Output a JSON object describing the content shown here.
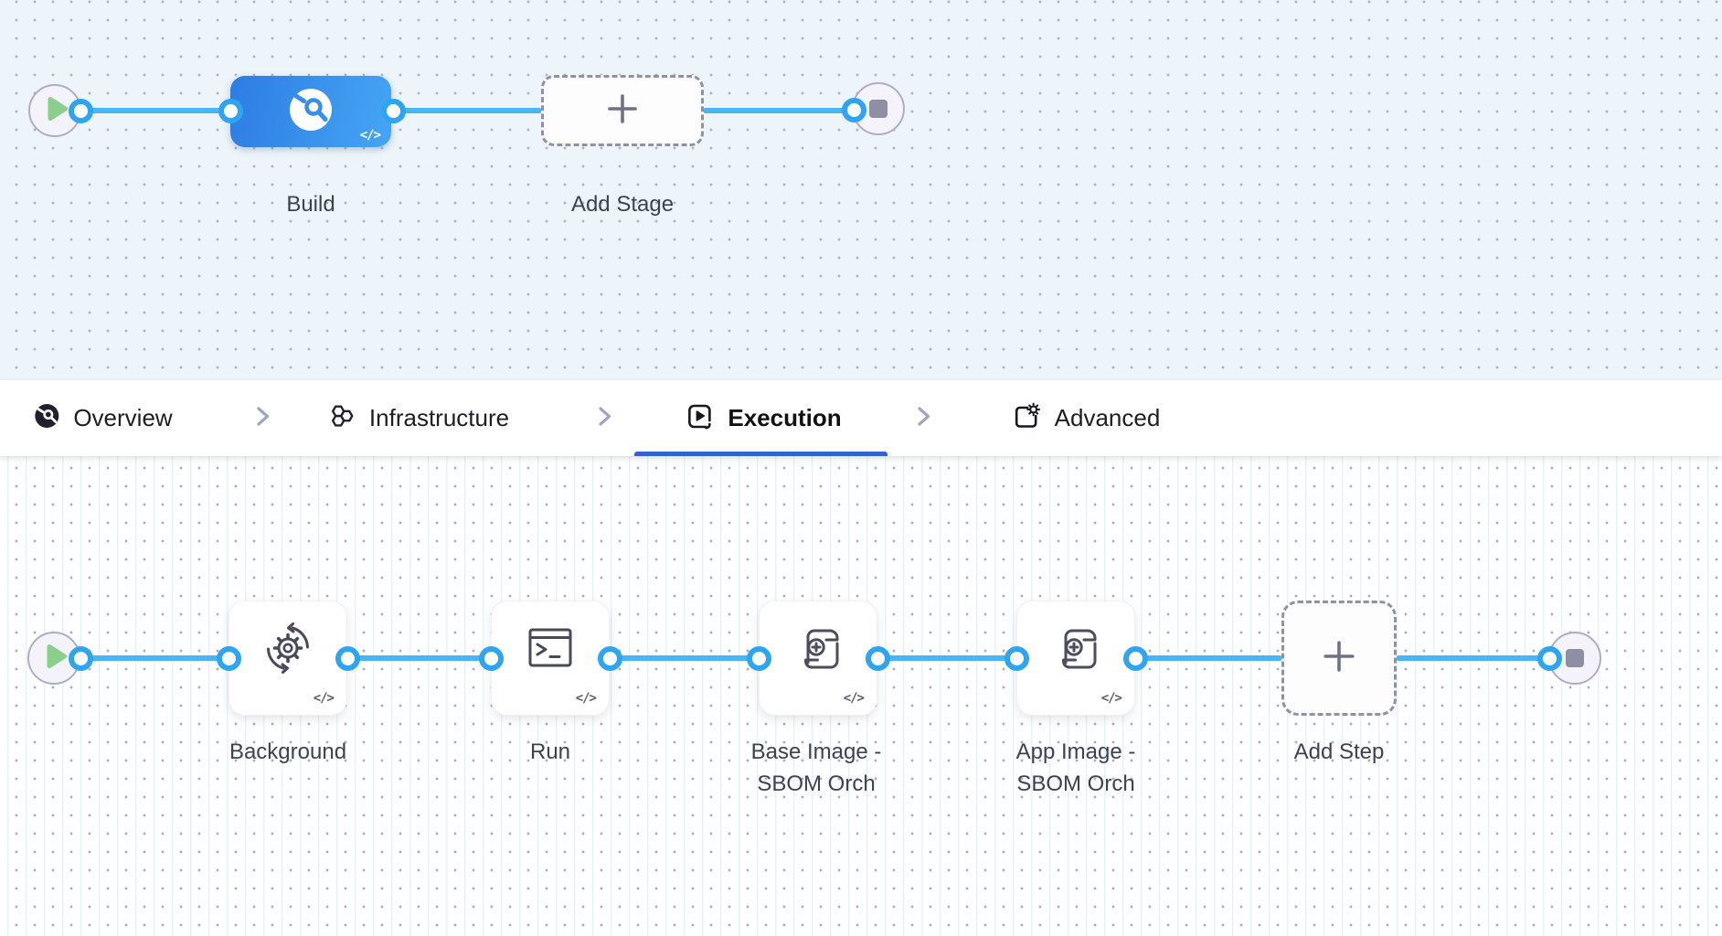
{
  "badges": {
    "code": "</>"
  },
  "stage_canvas": {
    "stages": [
      {
        "label": "Build",
        "icon": "ci-build-icon"
      }
    ],
    "add_stage_label": "Add Stage",
    "start_icon": "play-icon",
    "end_icon": "stop-icon"
  },
  "tab_bar": {
    "tabs": [
      {
        "label": "Overview",
        "icon": "overview-icon",
        "active": false
      },
      {
        "label": "Infrastructure",
        "icon": "infrastructure-icon",
        "active": false
      },
      {
        "label": "Execution",
        "icon": "execution-icon",
        "active": true
      },
      {
        "label": "Advanced",
        "icon": "advanced-icon",
        "active": false
      }
    ],
    "active_tab": "Execution",
    "separator_icon": "chevron-right-icon"
  },
  "step_canvas": {
    "steps": [
      {
        "label": "Background",
        "icon": "service-sync-gear-icon"
      },
      {
        "label": "Run",
        "icon": "terminal-icon"
      },
      {
        "label": "Base Image - SBOM Orch",
        "icon": "scroll-plus-icon"
      },
      {
        "label": "App Image - SBOM Orch",
        "icon": "scroll-plus-icon"
      }
    ],
    "add_step_label": "Add Step",
    "start_icon": "play-icon",
    "end_icon": "stop-icon"
  },
  "colors": {
    "edge": "#49b5f3",
    "port_ring": "#2fa5f2",
    "stage_gradient_start": "#2d7de3",
    "stage_gradient_end": "#45a5f4",
    "active_tab_underline": "#3263cf",
    "start_play_green": "#8ad08c",
    "canvas_top_bg": "#edf4fa",
    "canvas_bottom_bg": "#fdfeff"
  }
}
